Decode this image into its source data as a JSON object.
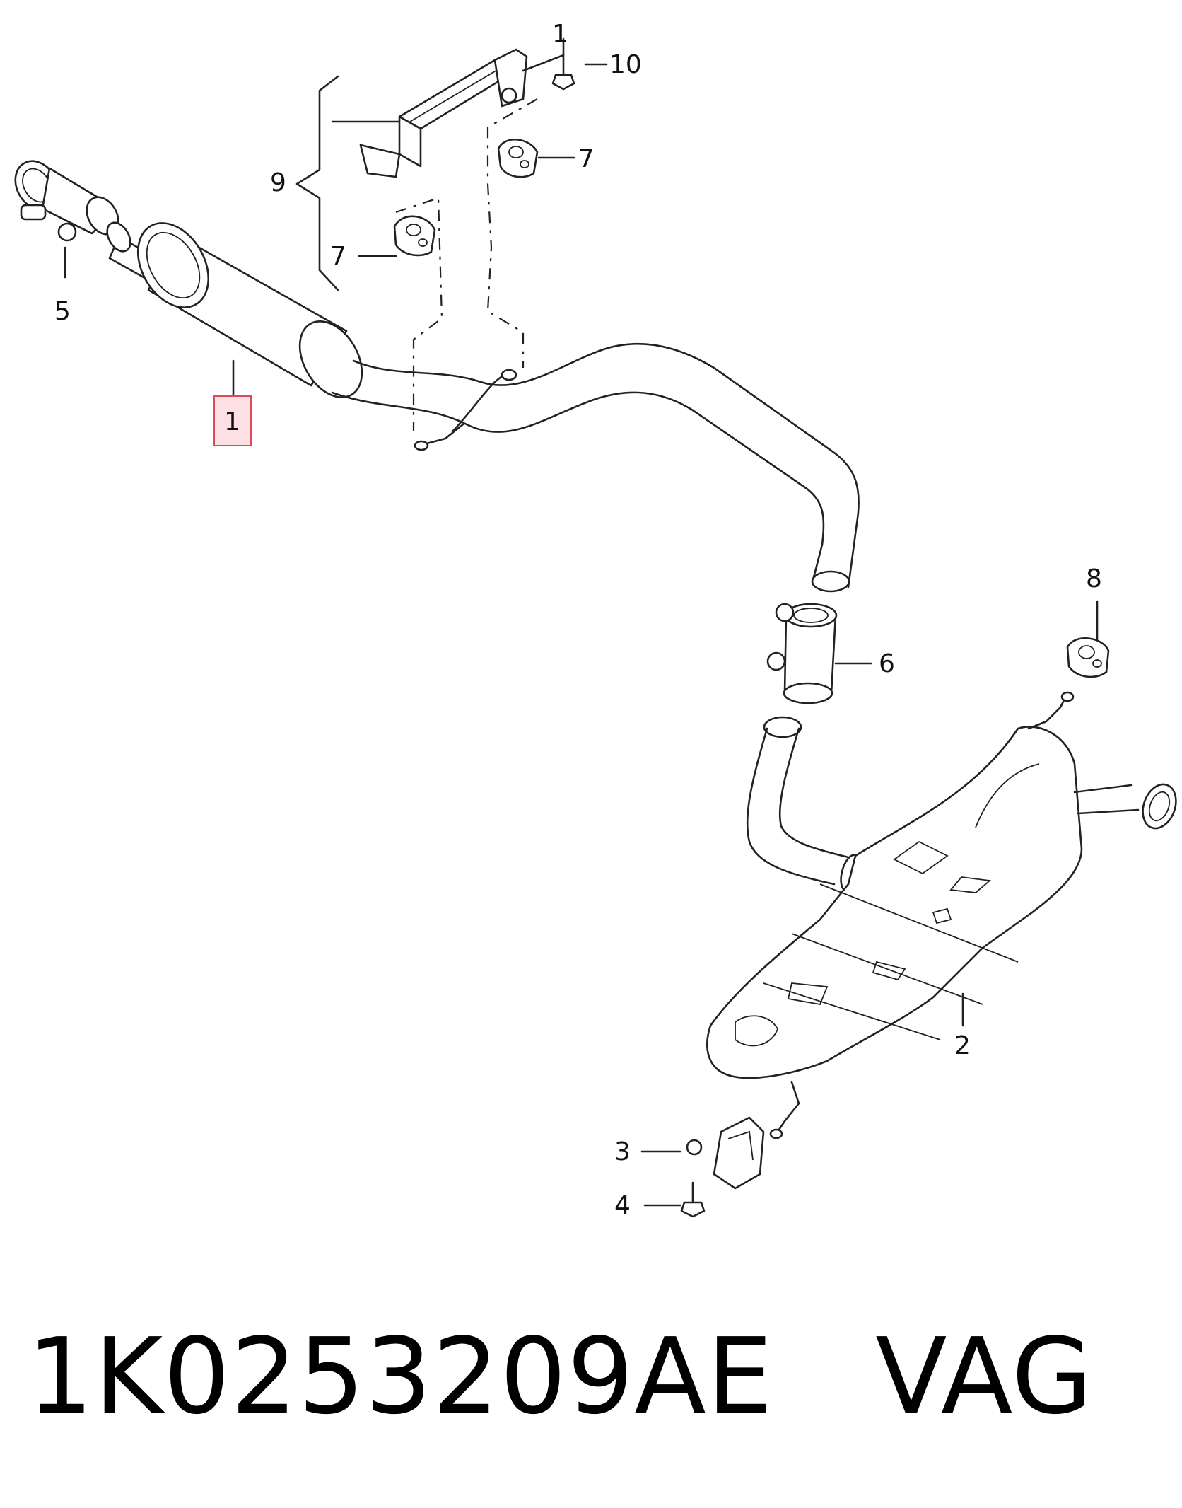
{
  "callouts": {
    "c1_top": "1",
    "c10": "10",
    "c9": "9",
    "c7_top": "7",
    "c7_mid": "7",
    "c5": "5",
    "c1_main": "1",
    "c8": "8",
    "c6": "6",
    "c2": "2",
    "c3": "3",
    "c4": "4"
  },
  "highlight": {
    "callout": "1",
    "color": "#e0475a",
    "fill": "#fde0e4"
  },
  "footer": {
    "part_number": "1K0253209AE",
    "brand": "VAG"
  }
}
